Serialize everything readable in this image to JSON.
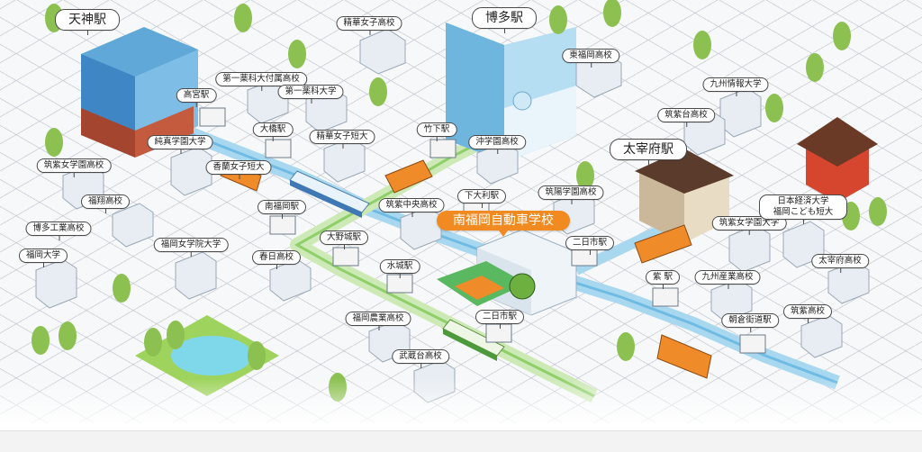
{
  "map": {
    "school_name": "南福岡自動車学校",
    "major_stations": [
      "天神駅",
      "博多駅",
      "太宰府駅"
    ],
    "stations": [
      "高宮駅",
      "大橋駅",
      "竹下駅",
      "下大利駅",
      "南福岡駅",
      "大野城駅",
      "水城駅",
      "二日市駅",
      "二日市駅",
      "紫 駅",
      "朝倉街道駅"
    ],
    "schools": [
      "精華女子高校",
      "第一薬科大付属高校",
      "第一薬科大学",
      "東福岡高校",
      "九州情報大学",
      "筑紫台高校",
      "純真学園大学",
      "精華女子短大",
      "沖学園高校",
      "香蘭女子短大",
      "筑紫女学園高校",
      "福翔高校",
      "筑紫中央高校",
      "筑陽学園高校",
      "博多工業高校",
      "福岡大学",
      "福岡女学院大学",
      "春日高校",
      "筑紫女学園大学",
      "日本経済大学\n福岡こども短大",
      "太宰府高校",
      "九州産業高校",
      "筑紫高校",
      "福岡農業高校",
      "武蔵台高校"
    ]
  },
  "colors": {
    "school_accent": "#f18a21",
    "rail_blue": "#9fd3ee",
    "rail_green": "#c3e3a8",
    "tree_green": "#8cc152",
    "pond": "#7fd7ea"
  }
}
